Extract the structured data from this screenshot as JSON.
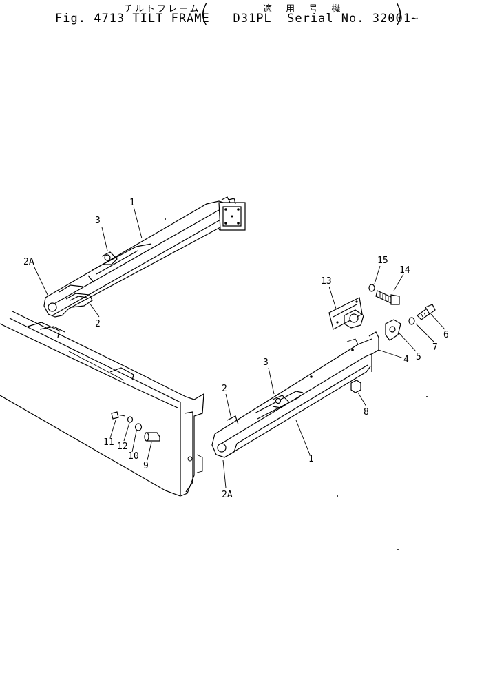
{
  "header": {
    "title_jp": "チルトフレーム",
    "applicable_jp": "適 用 号 機",
    "fig_label": "Fig.",
    "fig_number": "4713",
    "fig_title": "TILT FRAME",
    "model": "D31PL",
    "serial_label": "Serial No.",
    "serial_value": "32001~"
  },
  "callouts": [
    {
      "id": "c-1-top",
      "text": "1"
    },
    {
      "id": "c-3-top",
      "text": "3"
    },
    {
      "id": "c-2a-top",
      "text": "2A"
    },
    {
      "id": "c-2-top",
      "text": "2"
    },
    {
      "id": "c-15",
      "text": "15"
    },
    {
      "id": "c-14",
      "text": "14"
    },
    {
      "id": "c-13",
      "text": "13"
    },
    {
      "id": "c-6",
      "text": "6"
    },
    {
      "id": "c-7",
      "text": "7"
    },
    {
      "id": "c-5",
      "text": "5"
    },
    {
      "id": "c-4",
      "text": "4"
    },
    {
      "id": "c-3-bot",
      "text": "3"
    },
    {
      "id": "c-2-bot",
      "text": "2"
    },
    {
      "id": "c-8",
      "text": "8"
    },
    {
      "id": "c-1-bot",
      "text": "1"
    },
    {
      "id": "c-2a-bot",
      "text": "2A"
    },
    {
      "id": "c-11",
      "text": "11"
    },
    {
      "id": "c-12",
      "text": "12"
    },
    {
      "id": "c-10",
      "text": "10"
    },
    {
      "id": "c-9",
      "text": "9"
    }
  ]
}
